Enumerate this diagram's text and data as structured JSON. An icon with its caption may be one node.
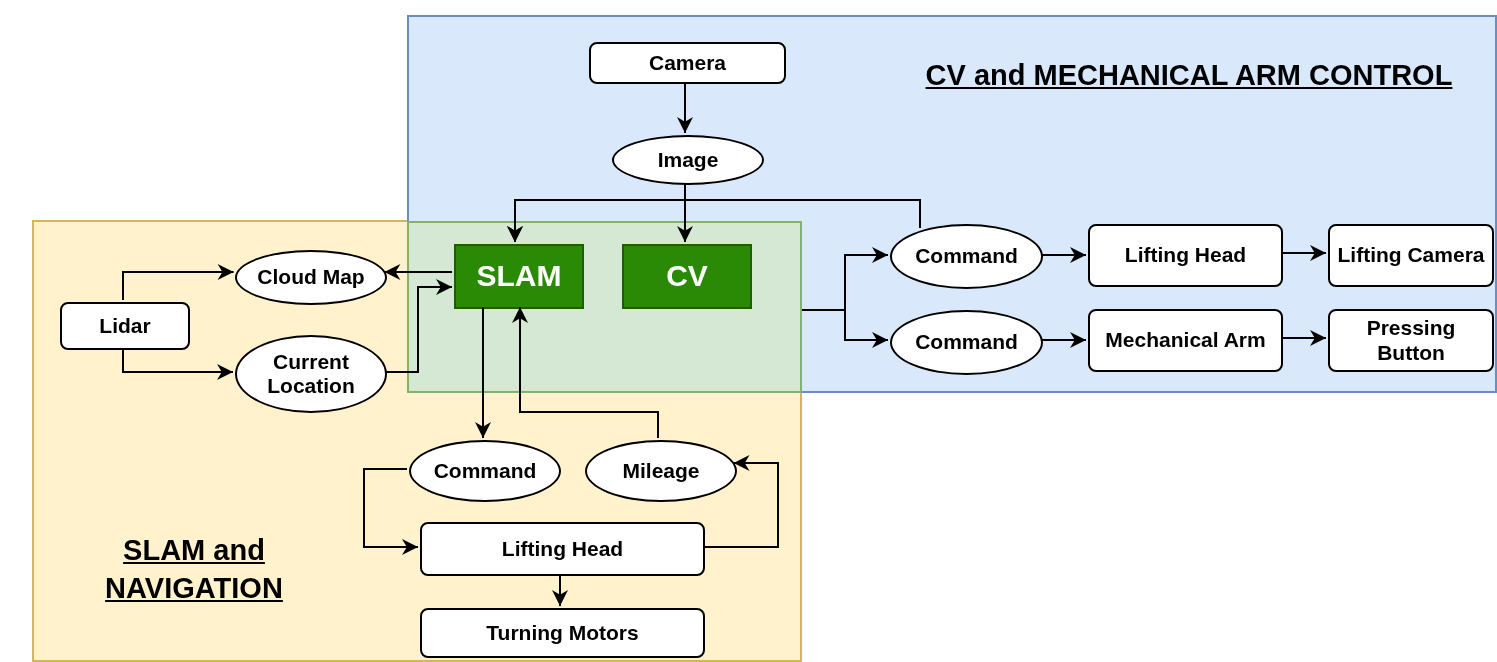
{
  "diagram": {
    "nodes": [
      {
        "text": [
          "CV and MECHANICAL ARM CONTROL"
        ]
      },
      {
        "text": [
          "SLAM and NAVIGATION"
        ]
      },
      {
        "text": [],
        "shape": "box"
      },
      {
        "text": [
          "Camera"
        ],
        "in": 0
      },
      {
        "text": [
          "Image"
        ],
        "in": 0
      },
      {
        "text": [
          "SLAM"
        ],
        "in": 2
      },
      {
        "text": [
          "CV"
        ],
        "in": 2
      },
      {
        "text": [
          "Command"
        ],
        "in": 0
      },
      {
        "text": [
          "Command"
        ],
        "in": 0
      },
      {
        "text": [
          "Lifting Head"
        ],
        "in": 0
      },
      {
        "text": [
          "Lifting Camera"
        ],
        "in": 0
      },
      {
        "text": [
          "Mechanical Arm"
        ],
        "in": 0
      },
      {
        "text": [
          "Pressing Button"
        ],
        "in": 0
      },
      {
        "text": [
          "Lidar"
        ],
        "in": 1
      },
      {
        "text": [
          "Cloud Map"
        ],
        "in": 1
      },
      {
        "text": [
          "Current Location"
        ],
        "in": 1
      },
      {
        "text": [
          "Command"
        ],
        "in": 1
      },
      {
        "text": [
          "Mileage"
        ],
        "in": 1
      },
      {
        "text": [
          "Lifting Head"
        ],
        "in": 1
      },
      {
        "text": [
          "Turning Motors"
        ],
        "in": 1
      }
    ],
    "edges": [
      {
        "from": 3,
        "to": 4,
        "arrow": "to"
      },
      {
        "from": 4,
        "to": 6,
        "arrow": "to"
      },
      {
        "from": 4,
        "to": 5,
        "arrow": "to"
      },
      {
        "from": 7,
        "to": 5,
        "arrow": "to"
      },
      {
        "from": 2,
        "to": 7,
        "arrow": "to"
      },
      {
        "from": 2,
        "to": 8,
        "arrow": "to"
      },
      {
        "from": 7,
        "to": 9,
        "arrow": "to"
      },
      {
        "from": 9,
        "to": 10,
        "arrow": "to"
      },
      {
        "from": 8,
        "to": 11,
        "arrow": "to"
      },
      {
        "from": 11,
        "to": 12,
        "arrow": "to"
      },
      {
        "from": 5,
        "to": 14,
        "arrow": "to"
      },
      {
        "from": 13,
        "to": 14,
        "arrow": "to"
      },
      {
        "from": 13,
        "to": 15,
        "arrow": "to"
      },
      {
        "from": 15,
        "to": 5,
        "arrow": "to"
      },
      {
        "from": 5,
        "to": 16,
        "arrow": "to"
      },
      {
        "from": 17,
        "to": 5,
        "arrow": "to"
      },
      {
        "from": 16,
        "to": 18,
        "arrow": "to"
      },
      {
        "from": 18,
        "to": 17,
        "arrow": "to"
      },
      {
        "from": 18,
        "to": 19,
        "arrow": "to"
      }
    ]
  }
}
